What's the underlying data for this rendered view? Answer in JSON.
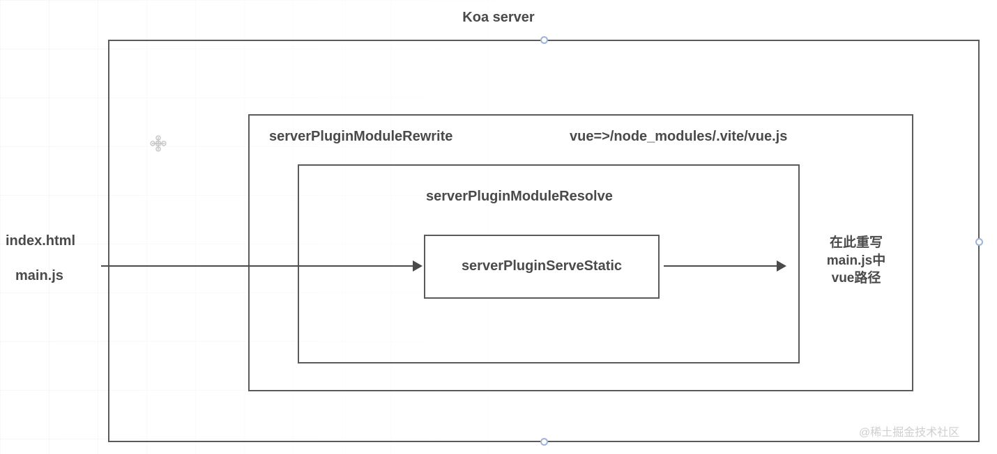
{
  "diagram": {
    "title": "Koa server",
    "boxes": {
      "outer": {
        "label": "Koa server"
      },
      "rewrite": {
        "label": "serverPluginModuleRewrite",
        "note": "vue=>/node_modules/.vite/vue.js"
      },
      "resolve": {
        "label": "serverPluginModuleResolve"
      },
      "static": {
        "label": "serverPluginServeStatic"
      }
    },
    "entries": {
      "index_html": "index.html",
      "main_js": "main.js"
    },
    "output_note": {
      "line1": "在此重写",
      "line2": "main.js中",
      "line3": "vue路径"
    },
    "watermark": "@稀土掘金技术社区",
    "icons": {
      "move_handle": "move-handle-icon"
    },
    "colors": {
      "stroke": "#5a5a5a",
      "text": "#4a4a4a",
      "connection_point": "#9db4d6",
      "watermark": "#cfcfcf",
      "background": "#ffffff"
    }
  }
}
